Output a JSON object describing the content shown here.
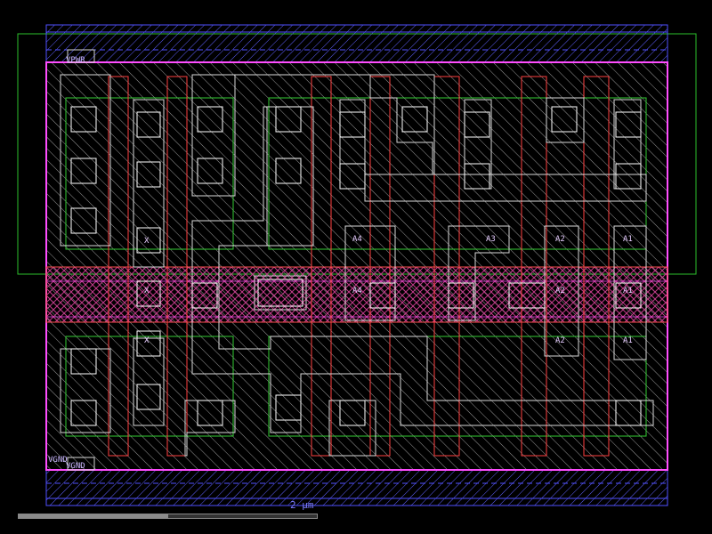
{
  "cell": {
    "rails": {
      "top": "VPWR",
      "bottom": "VGND"
    },
    "substrate_labels": {
      "top": "VPWR",
      "bottom": "VGND"
    }
  },
  "pins": [
    "A4",
    "A3",
    "A2",
    "A1",
    "A4",
    "A2",
    "A1",
    "A2",
    "A1",
    "X",
    "X",
    "X"
  ],
  "scale": {
    "label": "2 µm",
    "fraction": 0.5
  },
  "colors": {
    "background": "#000000",
    "boundary": "#ff4dff",
    "nwell": "#2bbf2b",
    "poly": "#ff4040",
    "diff": "#33cc33",
    "li": "#d9d9d9",
    "met1": "#5050ff",
    "contact": "#ffffff"
  }
}
